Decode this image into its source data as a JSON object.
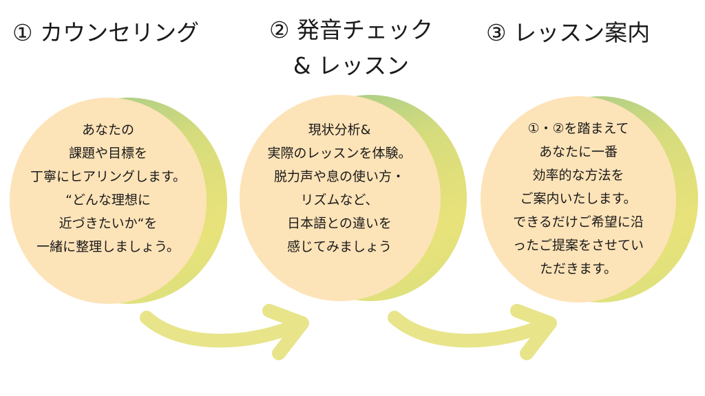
{
  "steps": [
    {
      "title_lines": [
        "① カウンセリング"
      ],
      "body_lines": [
        "あなたの",
        "課題や目標を",
        "丁寧にヒアリングします。",
        "“どんな理想に",
        "近づきたいか“を",
        "一緒に整理しましょう。"
      ]
    },
    {
      "title_lines": [
        "② 発音チェック",
        "& レッスン"
      ],
      "body_lines": [
        "現状分析&",
        "実際のレッスンを体験。",
        "脱力声や息の使い方・",
        "リズムなど、",
        "日本語との違いを",
        "感じてみましょう"
      ]
    },
    {
      "title_lines": [
        "③ レッスン案内"
      ],
      "body_lines": [
        "①・②を踏まえて",
        "あなたに一番",
        "効率的な方法を",
        "ご案内いたします。",
        "できるだけご希望に沿",
        "ったご提案をさせてい",
        "ただきます。"
      ]
    }
  ],
  "colors": {
    "bubble_fill": "#fde3b8",
    "bubble_shadow": "#d6dc7c",
    "arrow": "#e8e48a"
  },
  "icons": [
    "arrow-right-icon",
    "arrow-right-icon"
  ]
}
